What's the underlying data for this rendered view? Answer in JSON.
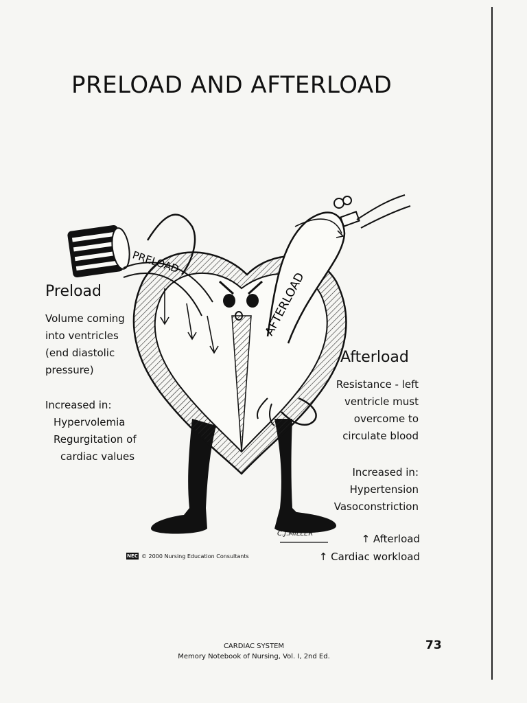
{
  "title": "PRELOAD AND AFTERLOAD",
  "illustration": {
    "preload_label": "PRELOAD",
    "afterload_label": "AFTERLOAD",
    "signature": "C.J.MILLER"
  },
  "preload": {
    "heading": "Preload",
    "description": [
      "Volume coming",
      "into ventricles",
      "(end diastolic",
      "pressure)"
    ],
    "increased_heading": "Increased in:",
    "increased_items": [
      "Hypervolemia",
      "Regurgitation of",
      "cardiac values"
    ]
  },
  "afterload": {
    "heading": "Afterload",
    "description": [
      "Resistance - left",
      "ventricle must",
      "overcome to",
      "circulate blood"
    ],
    "increased_heading": "Increased in:",
    "increased_items": [
      "Hypertension",
      "Vasoconstriction"
    ],
    "effects": [
      "↑ Afterload",
      "↑ Cardiac workload"
    ]
  },
  "copyright": {
    "logo": "NEC",
    "text": "© 2000 Nursing Education Consultants"
  },
  "footer": {
    "line1": "CARDIAC SYSTEM",
    "line2": "Memory Notebook of Nursing, Vol. I, 2nd Ed."
  },
  "page_number": "73",
  "icons": [
    "heart-character-illustration",
    "pouring-cup-icon",
    "faucet-valve-icon"
  ]
}
